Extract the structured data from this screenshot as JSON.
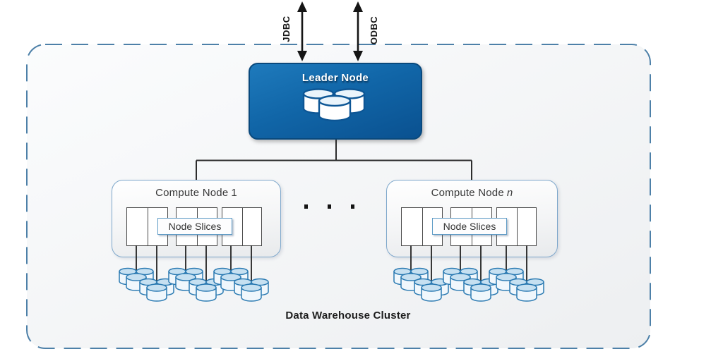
{
  "diagram_title": "Data Warehouse Cluster",
  "connections": {
    "jdbc_label": "JDBC",
    "odbc_label": "ODBC"
  },
  "leader_node": {
    "label": "Leader Node"
  },
  "compute_node_1": {
    "label_prefix": "Compute Node",
    "label_suffix": "1",
    "slices_label": "Node Slices",
    "slice_count": 6,
    "disk_stack_count": 6
  },
  "compute_node_n": {
    "label_prefix": "Compute Node",
    "label_suffix": "n",
    "slices_label": "Node Slices",
    "slice_count": 6,
    "disk_stack_count": 6
  },
  "structure": {
    "ellipsis_dot_count": 3,
    "disks_per_stack": 3
  },
  "colors": {
    "leader_node_blue": "#1166a8",
    "leader_node_border": "#09497d",
    "container_dash_blue": "#4d80a8",
    "compute_node_border": "#7fa8cc",
    "disk_outline_blue": "#2b7ab2",
    "node_slices_border": "#5e9bc6",
    "connector_black": "#2d2d2d"
  }
}
